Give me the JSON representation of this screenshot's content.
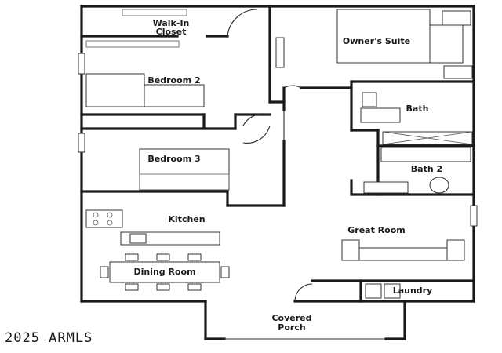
{
  "rooms": {
    "walkin_closet": [
      "Walk-In",
      "Closet"
    ],
    "owners_suite": "Owner's Suite",
    "bedroom_2": "Bedroom 2",
    "bath": "Bath",
    "bedroom_3": "Bedroom 3",
    "bath_2": "Bath 2",
    "kitchen": "Kitchen",
    "great_room": "Great Room",
    "dining_room": "Dining Room",
    "laundry": "Laundry",
    "covered_porch": [
      "Covered",
      "Porch"
    ]
  },
  "copyright": "2025 ARMLS"
}
